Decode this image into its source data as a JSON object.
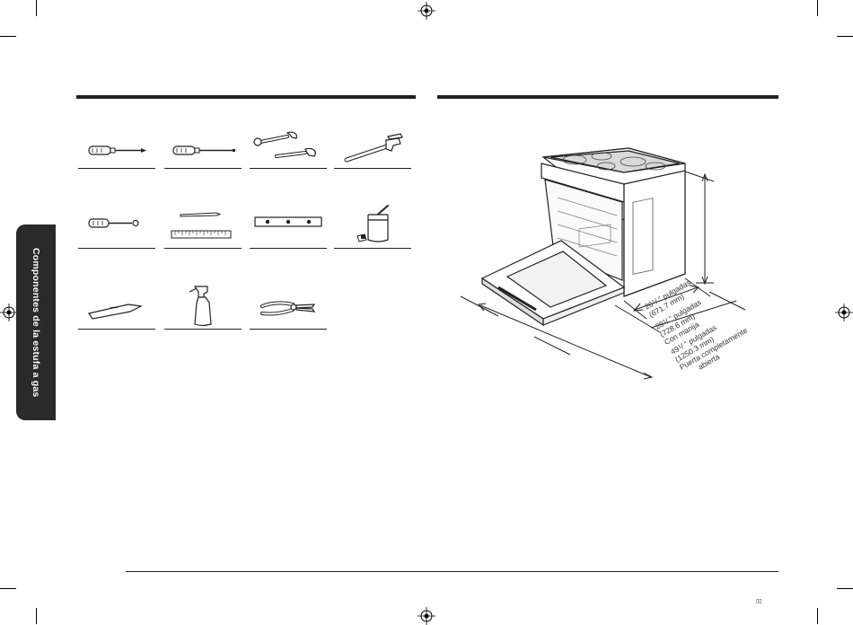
{
  "side_tab": {
    "label": "Componentes de la estufa a gas"
  },
  "tools": [
    {
      "name": "phillips-screwdriver"
    },
    {
      "name": "flat-screwdriver"
    },
    {
      "name": "adjustable-wrenches"
    },
    {
      "name": "pipe-wrench"
    },
    {
      "name": "small-screwdriver"
    },
    {
      "name": "pencil-and-ruler"
    },
    {
      "name": "level"
    },
    {
      "name": "pipe-sealant"
    },
    {
      "name": "utility-knife"
    },
    {
      "name": "spray-bottle"
    },
    {
      "name": "pliers"
    }
  ],
  "dimensions": {
    "depth": {
      "whole": "26",
      "frac": "1",
      "rest": "/ \" pulgadas",
      "mm": "(671.7 mm)"
    },
    "depth_handle": {
      "whole": "28",
      "frac": "1",
      "rest": "/ \" pulgadas",
      "mm": "(728.6 mm)",
      "note": "Con manija"
    },
    "door_open": {
      "whole": "49",
      "frac": "1",
      "rest": "/ \" pulgadas",
      "mm": "(1250.3 mm)",
      "note1": "Puerta completamente",
      "note2": "abierta"
    }
  },
  "footer": {
    "page_number": "▯▯"
  }
}
